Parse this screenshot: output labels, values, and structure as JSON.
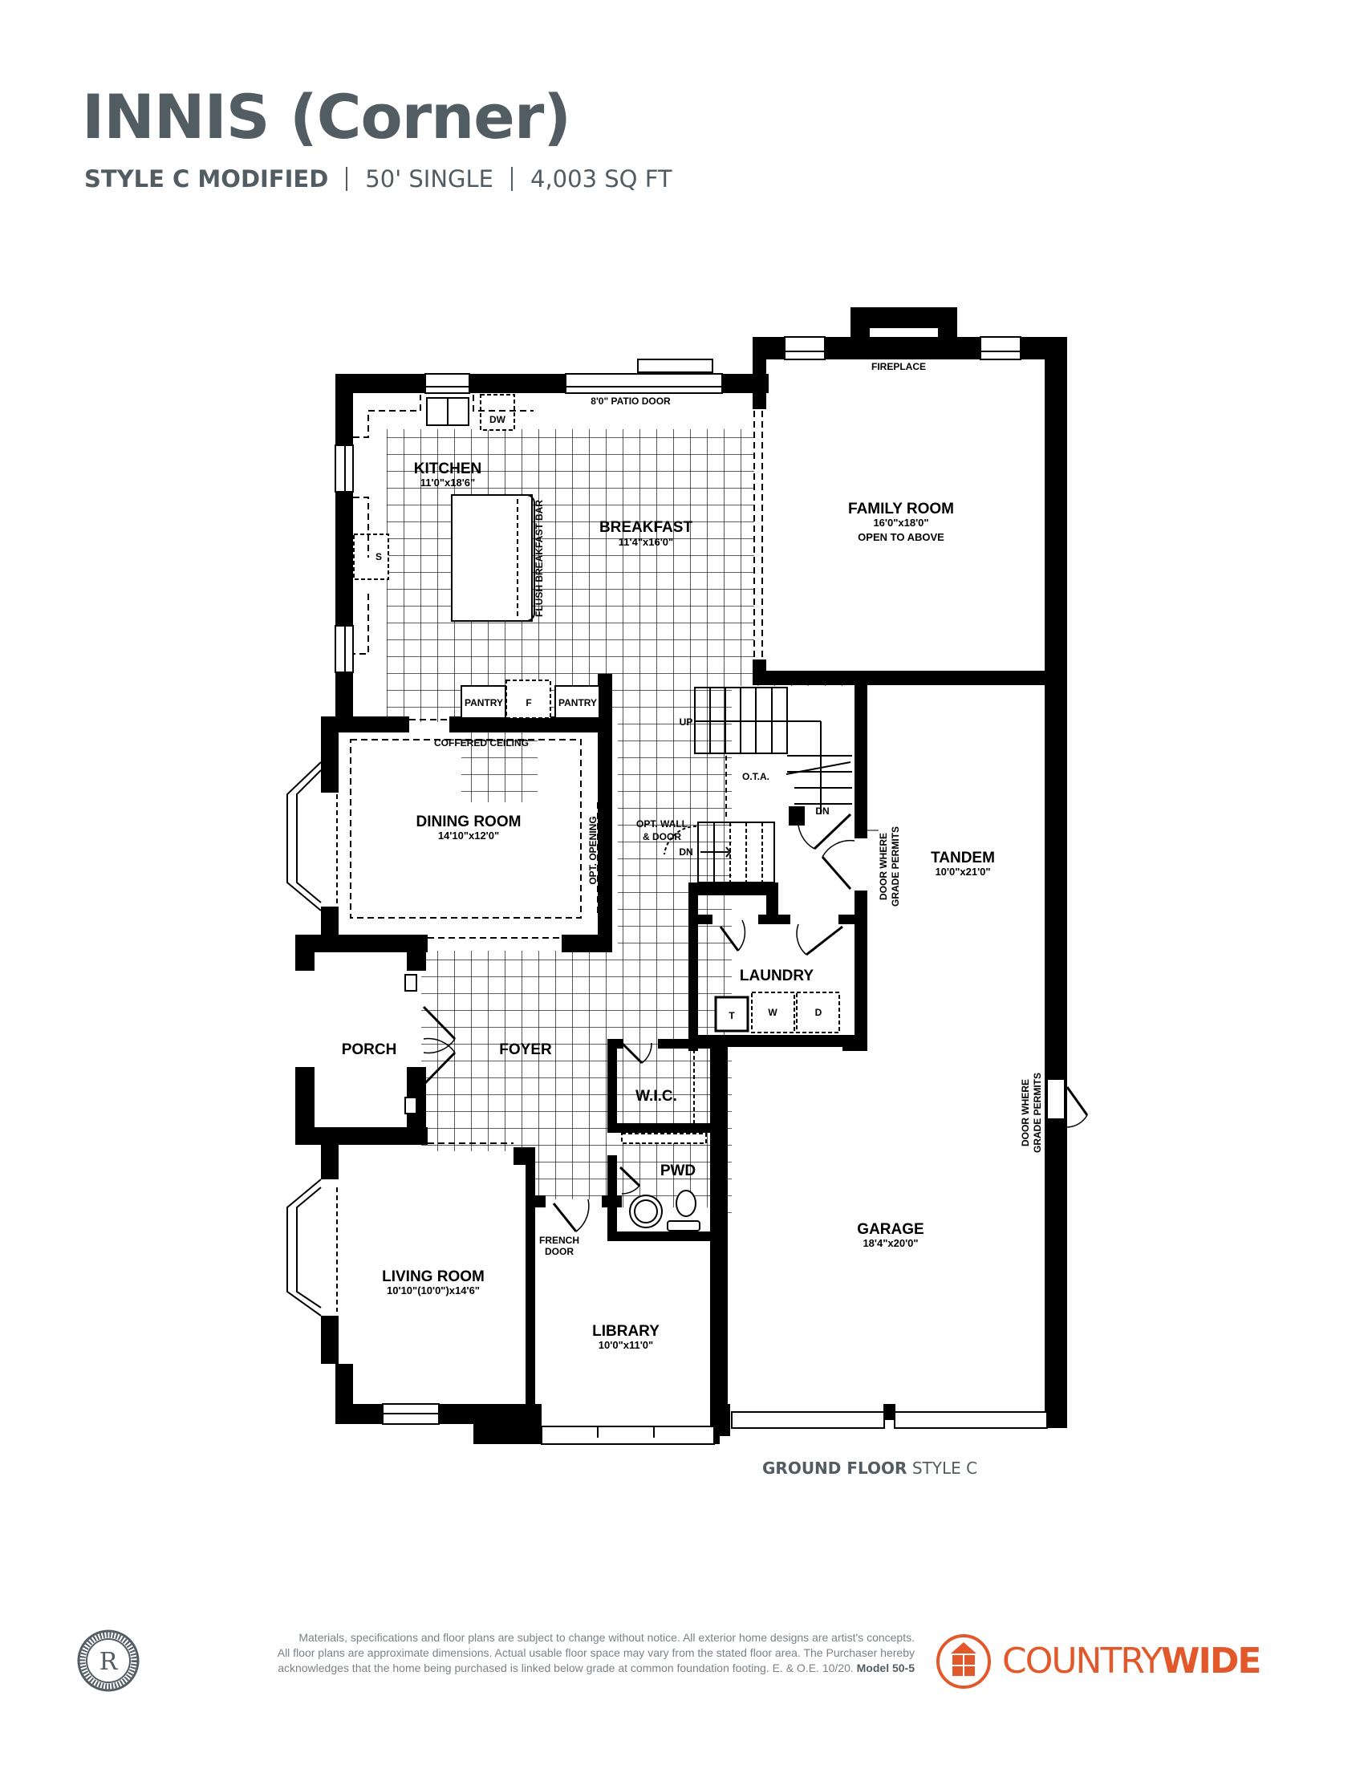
{
  "header": {
    "title": "INNIS (Corner)",
    "style": "STYLE C MODIFIED",
    "lot": "50' SINGLE",
    "area": "4,003 SQ FT"
  },
  "plan": {
    "floor_label_bold": "GROUND FLOOR",
    "floor_label_rest": " STYLE C",
    "rooms": {
      "kitchen": {
        "name": "KITCHEN",
        "dim": "11'0\"x18'6\""
      },
      "breakfast": {
        "name": "BREAKFAST",
        "dim": "11'4\"x16'0\""
      },
      "family": {
        "name": "FAMILY ROOM",
        "dim": "16'0\"x18'0\"",
        "note": "OPEN TO ABOVE"
      },
      "dining": {
        "name": "DINING ROOM",
        "dim": "14'10\"x12'0\""
      },
      "tandem": {
        "name": "TANDEM",
        "dim": "10'0\"x21'0\""
      },
      "laundry": {
        "name": "LAUNDRY"
      },
      "porch": {
        "name": "PORCH"
      },
      "foyer": {
        "name": "FOYER"
      },
      "wic": {
        "name": "W.I.C."
      },
      "pwd": {
        "name": "PWD"
      },
      "garage": {
        "name": "GARAGE",
        "dim": "18'4\"x20'0\""
      },
      "living": {
        "name": "LIVING ROOM",
        "dim": "10'10\"(10'0\")x14'6\""
      },
      "library": {
        "name": "LIBRARY",
        "dim": "10'0\"x11'0\""
      }
    },
    "labels": {
      "fireplace": "FIREPLACE",
      "patio_door": "8'0\" PATIO DOOR",
      "dw": "DW",
      "sink": "S",
      "flush_bar": "FLUSH BREAKFAST BAR",
      "pantry_left": "PANTRY",
      "fridge": "F",
      "pantry_right": "PANTRY",
      "coffered": "COFFERED CEILING",
      "opt_opening": "OPT. OPENING",
      "opt_wall_1": "OPT. WALL",
      "opt_wall_2": "& DOOR",
      "up": "UP",
      "dn_1": "DN",
      "dn_2": "DN",
      "ota": "O.T.A.",
      "door_grade_1a": "DOOR WHERE",
      "door_grade_1b": "GRADE PERMITS",
      "door_grade_2a": "DOOR WHERE",
      "door_grade_2b": "GRADE PERMITS",
      "toilet_tub": "T",
      "washer": "W",
      "dryer": "D",
      "french_1": "FRENCH",
      "french_2": "DOOR"
    }
  },
  "footer": {
    "seal_letter": "R",
    "disclaimer_1": "Materials, specifications and floor plans are subject to change without notice. All exterior home designs are artist's concepts.",
    "disclaimer_2": "All floor plans are approximate dimensions. Actual usable floor space may vary from the stated floor area. The Purchaser hereby",
    "disclaimer_3": "acknowledges that the home being purchased is linked below grade at common foundation footing. E. & O.E. 10/20.",
    "model": "Model 50-5",
    "brand_light": "COUNTRY",
    "brand_bold": "WIDE"
  },
  "colors": {
    "heading": "#525c63",
    "brand": "#e2582b",
    "wall": "#000000"
  }
}
